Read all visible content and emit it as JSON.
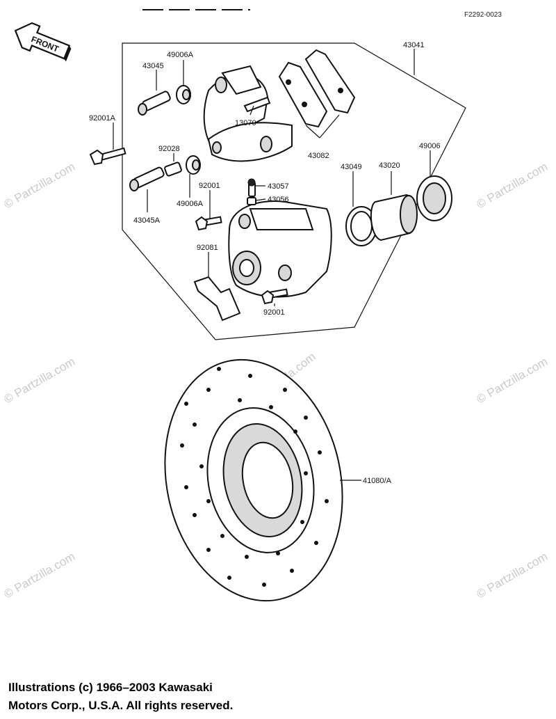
{
  "diagram": {
    "reference_code": "F2292-0023",
    "front_label": "FRONT",
    "watermark": "© Partzilla.com",
    "parts": {
      "p43041": "43041",
      "p49006A_top": "49006A",
      "p43045": "43045",
      "p92001A": "92001A",
      "p13070": "13070",
      "p92028": "92028",
      "p43082": "43082",
      "p49006": "49006",
      "p43049": "43049",
      "p43020": "43020",
      "p43057": "43057",
      "p92001_mid": "92001",
      "p43056": "43056",
      "p49006A_bottom": "49006A",
      "p43045A": "43045A",
      "p92081": "92081",
      "p92001_bottom": "92001",
      "p41080A": "41080/A"
    }
  },
  "copyright": {
    "line1": "Illustrations (c) 1966–2003 Kawasaki",
    "line2": "Motors Corp., U.S.A.  All rights reserved."
  }
}
